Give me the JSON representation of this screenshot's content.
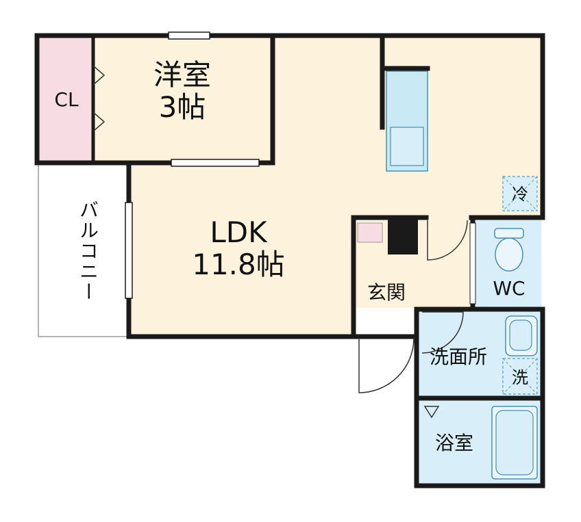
{
  "rooms": {
    "western": {
      "name": "洋室",
      "size": "3帖"
    },
    "closet": {
      "name": "CL"
    },
    "ldk": {
      "name": "LDK",
      "size": "11.8帖"
    },
    "balcony": {
      "name": "バルコニー"
    },
    "entrance": {
      "name": "玄関"
    },
    "toilet": {
      "name": "WC"
    },
    "washroom": {
      "name": "洗面所"
    },
    "bath": {
      "name": "浴室"
    }
  },
  "appliances": {
    "fridge_mark": "冷",
    "washer_mark": "洗"
  },
  "colors": {
    "wall": "#1a1a1a",
    "living_floor": "#fdf3dc",
    "closet_floor": "#f7dde3",
    "wet_area_floor": "#d8eef8",
    "entrance_floor": "#ffffff",
    "balcony_floor": "#ffffff"
  }
}
